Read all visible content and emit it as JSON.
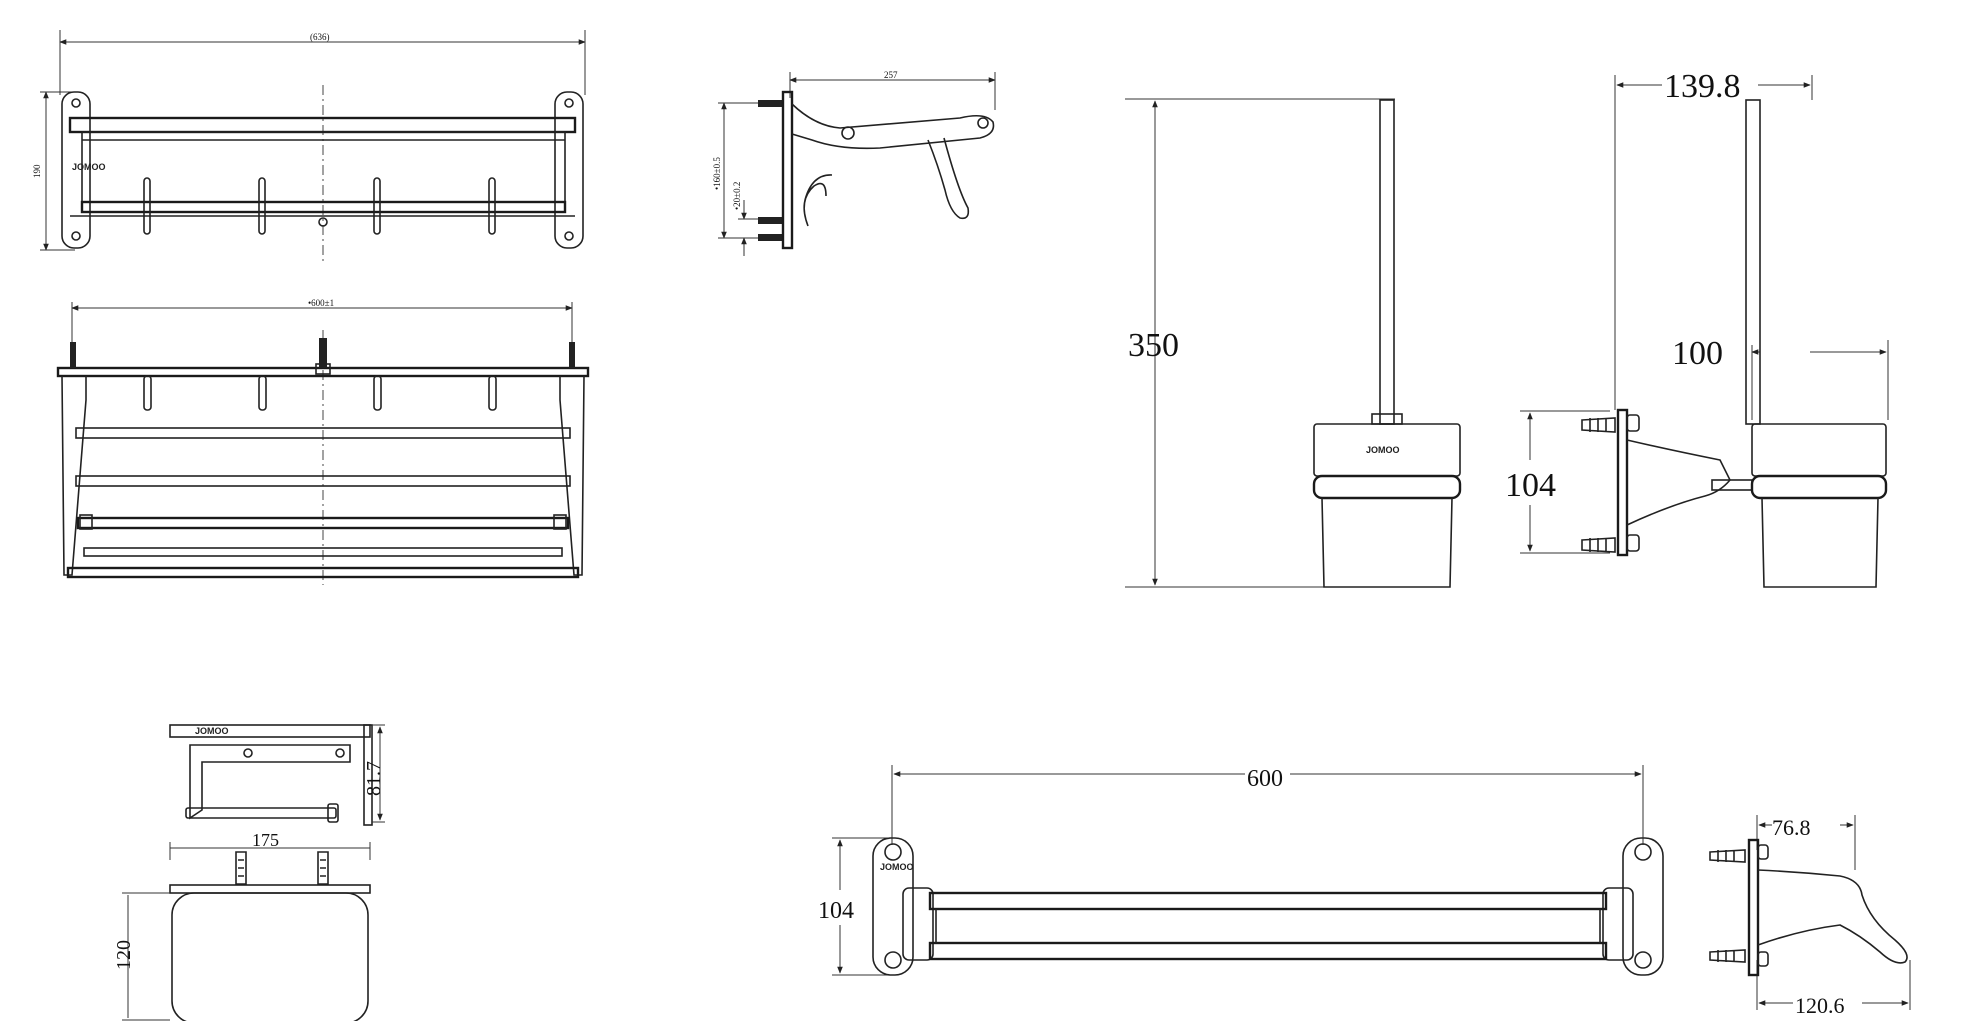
{
  "drawings": {
    "shelf_front": {
      "dim_width": "(636)",
      "dim_height": "190",
      "logo": "JOMOO"
    },
    "shelf_top": {
      "dim_width": "•600±1"
    },
    "shelf_side": {
      "dim_depth": "257",
      "dim_spacing": "•160±0.5",
      "dim_offset": "•20±0.2"
    },
    "toilet_brush_front": {
      "dim_height": "350",
      "logo": "JOMOO"
    },
    "toilet_brush_side": {
      "dim_projection": "139.8",
      "dim_mount": "104",
      "dim_cup": "100"
    },
    "paper_holder": {
      "dim_height": "81.7",
      "dim_width": "175",
      "dim_depth": "120",
      "logo": "JOMOO"
    },
    "towel_bar_front": {
      "dim_length": "600",
      "dim_height": "104",
      "logo": "JOMOO"
    },
    "towel_bar_side": {
      "dim_inner": "76.8",
      "dim_outer": "120.6"
    }
  }
}
